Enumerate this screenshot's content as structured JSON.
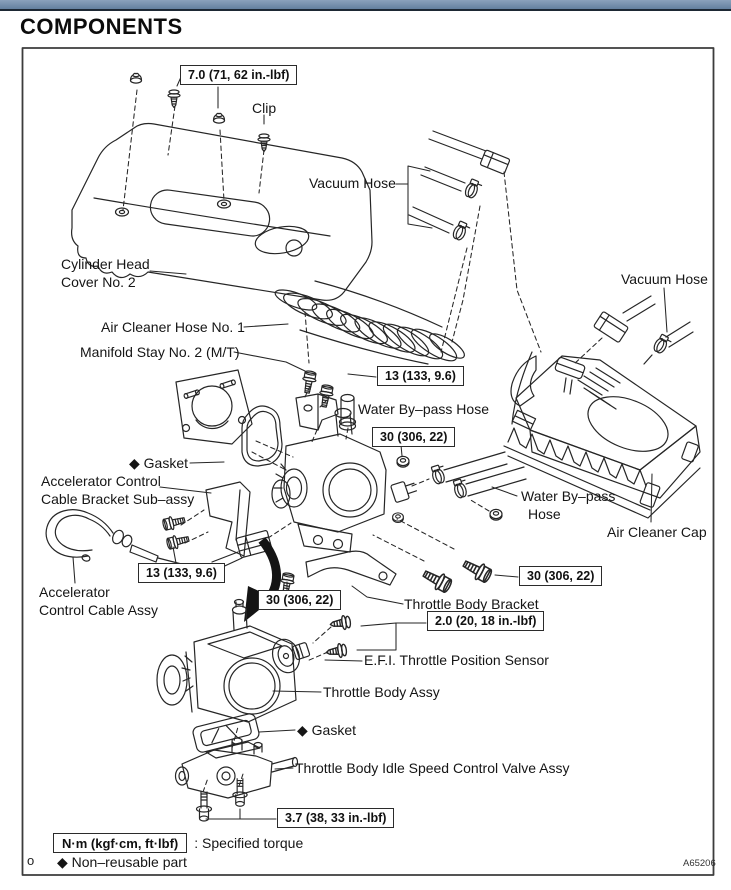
{
  "page": {
    "title": "COMPONENTS",
    "figure_code": "A65206",
    "page_marker": "o"
  },
  "colors": {
    "top_bar": "#64809f",
    "line_art": "#262626"
  },
  "torque": {
    "head_cover": "7.0 (71, 62 in.-lbf)",
    "stay_upper": "13 (133, 9.6)",
    "water_union_upper": "30 (306, 22)",
    "water_union_right": "30 (306, 22)",
    "body_bolt_left": "30 (306, 22)",
    "accel_bracket": "13 (133, 9.6)",
    "tps_screws": "2.0 (20, 18 in.-lbf)",
    "iscv_bolts": "3.7 (38, 33 in.-lbf)"
  },
  "labels": {
    "clip": "Clip",
    "vacuum_hose_top": "Vacuum Hose",
    "vacuum_hose_right": "Vacuum Hose",
    "cylinder_head_cover_line1": "Cylinder Head",
    "cylinder_head_cover_line2": "Cover No. 2",
    "air_cleaner_hose": "Air Cleaner Hose No. 1",
    "manifold_stay": "Manifold Stay No. 2 (M/T)",
    "water_bypass_hose_upper": "Water By–pass Hose",
    "gasket_upper": "◆ Gasket",
    "accel_bracket_line1": "Accelerator Control",
    "accel_bracket_line2": "Cable Bracket Sub–assy",
    "water_bypass_hose_right_line1": "Water By–pass",
    "water_bypass_hose_right_line2": "Hose",
    "air_cleaner_cap": "Air Cleaner Cap",
    "accel_cable_line1": "Accelerator",
    "accel_cable_line2": "Control Cable Assy",
    "throttle_body_bracket": "Throttle Body Bracket",
    "efi_tps": "E.F.I. Throttle Position Sensor",
    "throttle_body_assy": "Throttle Body Assy",
    "gasket_lower": "◆ Gasket",
    "iscv": "Throttle Body Idle Speed Control Valve Assy"
  },
  "legend": {
    "torque_box": "N·m (kgf·cm, ft·lbf)",
    "torque_text": ": Specified torque",
    "nonreusable": "◆  Non–reusable part"
  }
}
